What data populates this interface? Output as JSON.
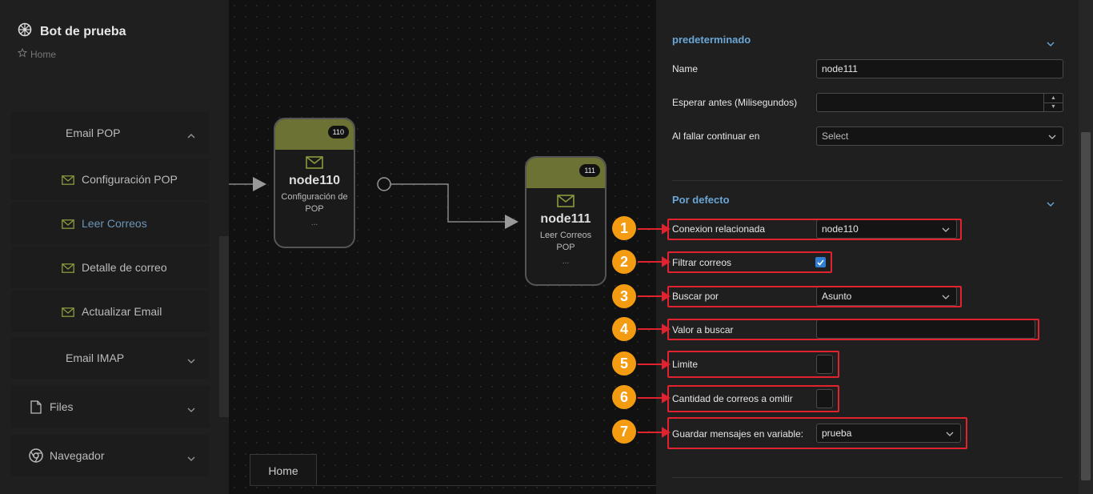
{
  "app": {
    "title": "Bot de prueba",
    "breadcrumb": "Home"
  },
  "sidebar": {
    "items": [
      {
        "label": "Email POP",
        "expanded": true
      },
      {
        "label": "Configuración POP"
      },
      {
        "label": "Leer Correos",
        "active": true
      },
      {
        "label": "Detalle de correo"
      },
      {
        "label": "Actualizar Email"
      },
      {
        "label": "Email IMAP"
      },
      {
        "label": "Files"
      },
      {
        "label": "Navegador"
      }
    ]
  },
  "canvas": {
    "nodes": [
      {
        "badge": "110",
        "name": "node110",
        "subtitle": "Configuración de POP",
        "dots": "..."
      },
      {
        "badge": "111",
        "name": "node111",
        "subtitle": "Leer Correos POP",
        "dots": "..."
      }
    ],
    "tab": "Home"
  },
  "panel": {
    "section1": {
      "title": "predeterminado",
      "name_label": "Name",
      "name_value": "node111",
      "wait_label": "Esperar antes (Milisegundos)",
      "wait_value": "",
      "fail_label": "Al fallar continuar en",
      "fail_placeholder": "Select"
    },
    "section2": {
      "title": "Por defecto",
      "fields": [
        {
          "num": "1",
          "label": "Conexion relacionada",
          "value": "node110"
        },
        {
          "num": "2",
          "label": "Filtrar correos",
          "checked": true
        },
        {
          "num": "3",
          "label": "Buscar por",
          "value": "Asunto"
        },
        {
          "num": "4",
          "label": "Valor a buscar",
          "value": ""
        },
        {
          "num": "5",
          "label": "Limite",
          "value": ""
        },
        {
          "num": "6",
          "label": "Cantidad de correos a omitir",
          "value": ""
        },
        {
          "num": "7",
          "label": "Guardar mensajes en variable:",
          "value": "prueba"
        }
      ]
    }
  },
  "colors": {
    "accent": "#6aa6d6",
    "node_head": "#6c7233",
    "highlight": "#e0232e",
    "callout": "#f39c12",
    "checkbox": "#2f7fd3"
  },
  "icons": [
    "bot-icon",
    "star-icon",
    "mail-icon",
    "file-icon",
    "chrome-icon",
    "chevron-down-icon",
    "chevron-up-icon",
    "check-icon",
    "arrow-icon"
  ]
}
